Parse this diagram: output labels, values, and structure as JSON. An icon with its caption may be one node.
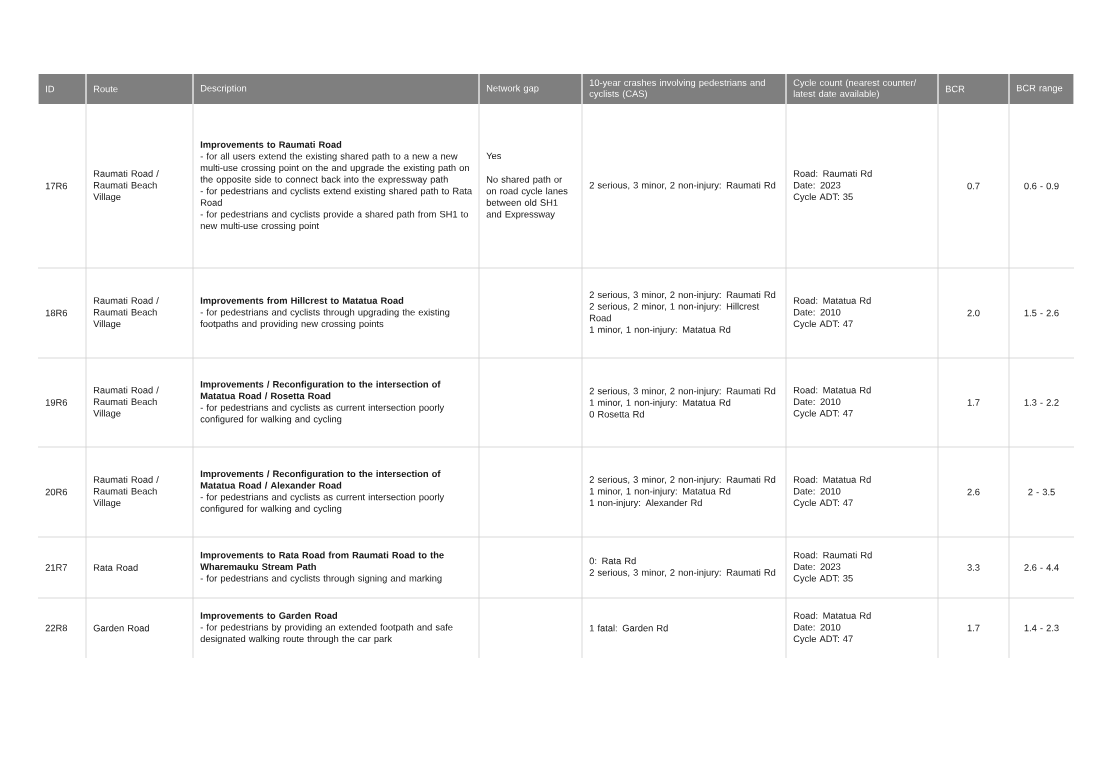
{
  "diagram": {
    "labels": [
      "ID",
      "Route",
      "Description",
      "Network gap",
      "10-year crashes involving pedestrians and cyclists (CAS)",
      "Cycle count (nearest counter/ latest date available)",
      "BCR",
      "BCR range",
      "17R6",
      "Raumati Road / Raumati Beach Village",
      "Improvements to Raumati Road",
      "- for all users extend the existing shared path to a new a new multi-use crossing point on the and upgrade the existing path on the opposite side to connect back into the expressway path",
      "- for pedestrians and cyclists extend existing shared path to Rata Road",
      "- for pedestrians and cyclists provide a shared path from SH1 to new multi-use crossing point",
      "Yes",
      "No shared path or on road cycle lanes between old SH1 and Expressway",
      "2 serious, 3 minor, 2 non-injury: Raumati Rd",
      "Road: Raumati Rd",
      "Date: 2023",
      "Cycle ADT: 35",
      "0.7",
      "0.6 - 0.9",
      "18R6",
      "Raumati Road / Raumati Beach Village",
      "Improvements from Hillcrest to Matatua Road",
      "- for pedestrians and cyclists through upgrading the existing footpaths and providing new crossing points",
      "2 serious, 3 minor, 2 non-injury: Raumati Rd",
      "2 serious, 2 minor, 1 non-injury: Hillcrest Road",
      "1 minor, 1 non-injury: Matatua Rd",
      "Road: Matatua Rd",
      "Date: 2010",
      "Cycle ADT: 47",
      "2.0",
      "1.5 - 2.6",
      "19R6",
      "Raumati Road / Raumati Beach Village",
      "Improvements / Reconfiguration to the intersection of Matatua Road / Rosetta Road",
      "- for pedestrians and cyclists as current intersection poorly configured for walking and cycling",
      "2 serious, 3 minor, 2 non-injury: Raumati Rd",
      "1 minor, 1 non-injury: Matatua Rd",
      "0 Rosetta Rd",
      "Road: Matatua Rd",
      "Date: 2010",
      "Cycle ADT: 47",
      "1.7",
      "1.3 - 2.2",
      "20R6",
      "Raumati Road / Raumati Beach Village",
      "Improvements / Reconfiguration to the intersection of Matatua Road / Alexander Road",
      "- for pedestrians and cyclists as current intersection poorly configured for walking and cycling",
      "2 serious, 3 minor, 2 non-injury: Raumati Rd",
      "1 minor, 1 non-injury: Matatua Rd",
      "1 non-injury: Alexander Rd",
      "Road: Matatua Rd",
      "Date: 2010",
      "Cycle ADT: 47",
      "2.6",
      "2 - 3.5",
      "21R7",
      "Rata Road",
      "Improvements to Rata Road from Raumati Road to the Wharemauku Stream Path",
      "- for pedestrians and cyclists through signing and marking",
      "0: Rata Rd",
      "2 serious, 3 minor, 2 non-injury: Raumati Rd",
      "Road: Raumati Rd",
      "Date: 2023",
      "Cycle ADT: 35",
      "3.3",
      "2.6 - 4.4",
      "22R8",
      "Garden Road",
      "Improvements to Garden Road",
      "- for pedestrians by providing an extended footpath and safe designated walking route through the car park",
      "1 fatal: Garden Rd",
      "Road: Matatua Rd",
      "Date: 2010",
      "Cycle ADT: 47",
      "1.7",
      "1.4 - 2.3"
    ]
  }
}
